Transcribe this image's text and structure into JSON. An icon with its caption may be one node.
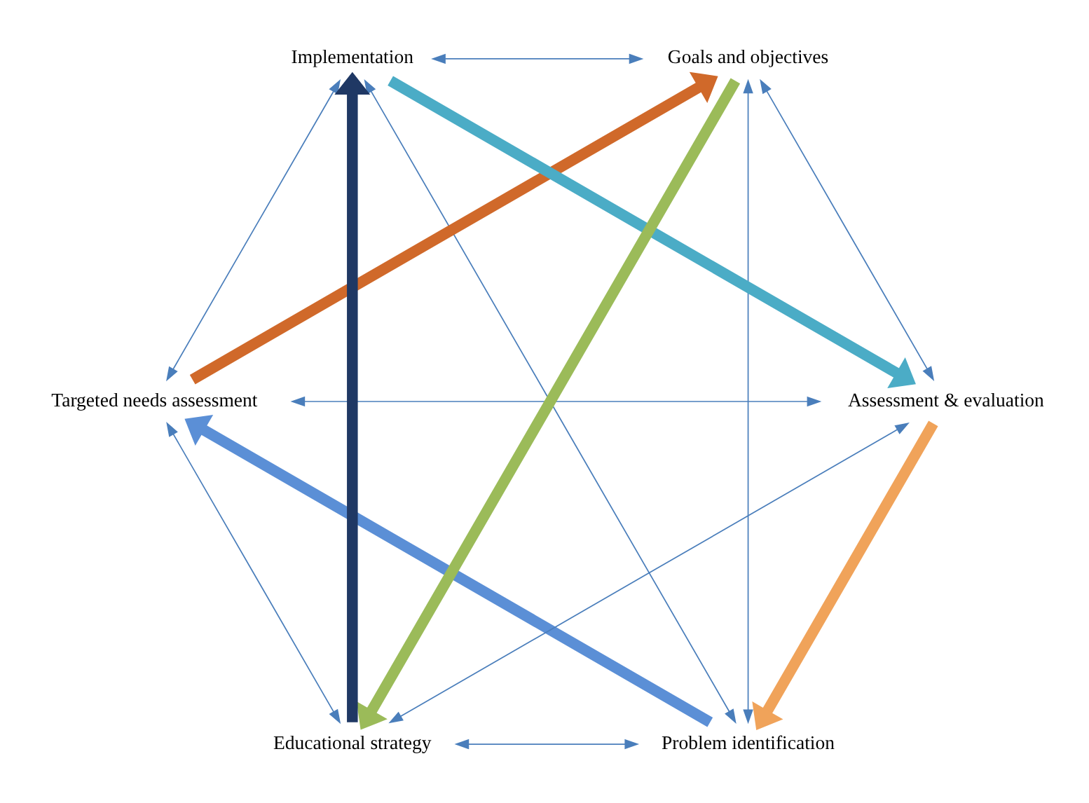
{
  "diagram": {
    "nodes": [
      {
        "text": [
          "Problem identification"
        ]
      },
      {
        "text": [
          "Assessment & evaluation"
        ]
      },
      {
        "text": [
          "Targeted needs assessment"
        ]
      },
      {
        "text": [
          "Implementation"
        ]
      },
      {
        "text": [
          "Goals and objectives"
        ]
      },
      {
        "text": [
          "Educational strategy"
        ]
      }
    ],
    "edges": [
      {
        "from": 0,
        "to": 2,
        "arrow": "to",
        "style": "thick",
        "color": "#5b8fd6"
      },
      {
        "from": 2,
        "to": 4,
        "arrow": "to",
        "style": "thick",
        "color": "#d0692a"
      },
      {
        "from": 4,
        "to": 5,
        "arrow": "to",
        "style": "thick",
        "color": "#9bbb59"
      },
      {
        "from": 5,
        "to": 3,
        "arrow": "to",
        "style": "thick",
        "color": "#1f3864"
      },
      {
        "from": 3,
        "to": 1,
        "arrow": "to",
        "style": "thick",
        "color": "#4bacc6"
      },
      {
        "from": 1,
        "to": 0,
        "arrow": "to",
        "style": "thick",
        "color": "#f0a35a"
      },
      {
        "from": 0,
        "to": 5,
        "arrow": "both"
      },
      {
        "from": 0,
        "to": 3,
        "arrow": "both"
      },
      {
        "from": 0,
        "to": 4,
        "arrow": "both"
      },
      {
        "from": 1,
        "to": 2,
        "arrow": "both"
      },
      {
        "from": 1,
        "to": 4,
        "arrow": "both"
      },
      {
        "from": 1,
        "to": 5,
        "arrow": "both"
      },
      {
        "from": 3,
        "to": 2,
        "arrow": "both"
      },
      {
        "from": 3,
        "to": 4,
        "arrow": "both"
      },
      {
        "from": 2,
        "to": 5,
        "arrow": "both"
      }
    ]
  }
}
